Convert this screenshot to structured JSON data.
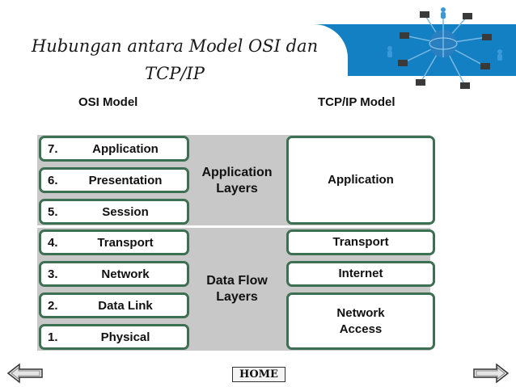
{
  "slide": {
    "title_line1": "Hubungan antara Model OSI dan",
    "title_line2": "TCP/IP"
  },
  "diagram": {
    "osi_heading": "OSI Model",
    "tcpip_heading": "TCP/IP Model",
    "osi_layers": [
      {
        "num": "7.",
        "name": "Application"
      },
      {
        "num": "6.",
        "name": "Presentation"
      },
      {
        "num": "5.",
        "name": "Session"
      },
      {
        "num": "4.",
        "name": "Transport"
      },
      {
        "num": "3.",
        "name": "Network"
      },
      {
        "num": "2.",
        "name": "Data Link"
      },
      {
        "num": "1.",
        "name": "Physical"
      }
    ],
    "group_application": {
      "line1": "Application",
      "line2": "Layers"
    },
    "group_dataflow": {
      "line1": "Data Flow",
      "line2": "Layers"
    },
    "tcpip_layers": {
      "application": "Application",
      "transport": "Transport",
      "internet": "Internet",
      "network_access_line1": "Network",
      "network_access_line2": "Access"
    }
  },
  "nav": {
    "home_label": "HOME",
    "prev_icon": "left-arrow-icon",
    "next_icon": "right-arrow-icon"
  },
  "colors": {
    "header_blue": "#1380c4",
    "box_border": "#3d6f52",
    "band_gray": "#c8c8c8"
  }
}
